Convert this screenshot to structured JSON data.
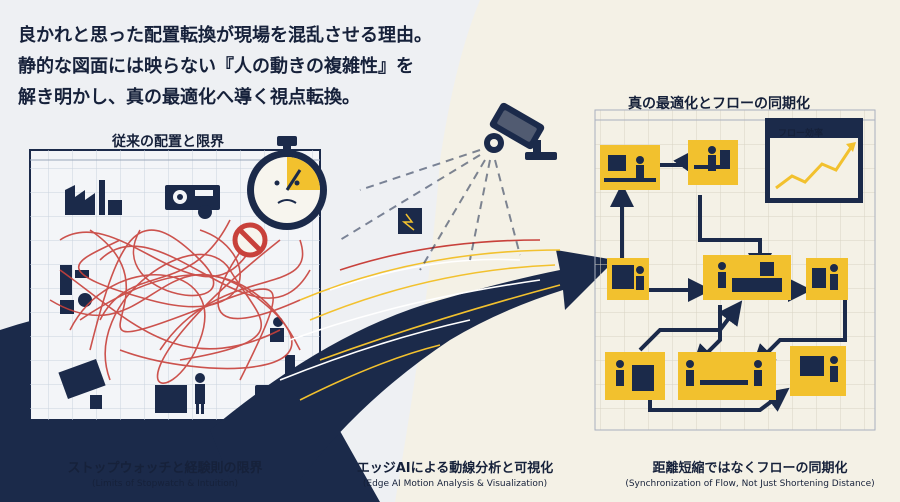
{
  "headline": {
    "line1": "良かれと思った配置転換が現場を混乱させる理由。",
    "line2": "静的な図面には映らない『人の動きの複雑性』を",
    "line3": "解き明かし、真の最適化へ導く視点転換。"
  },
  "left_panel": {
    "title": "従来の配置と限界",
    "caption": "ストップウォッチと経験則の限界",
    "caption_en": "(Limits of Stopwatch & Intuition)"
  },
  "middle_panel": {
    "caption": "エッジAIによる動線分析と可視化",
    "caption_en": "(Edge AI Motion Analysis & Visualization)"
  },
  "right_panel": {
    "title": "真の最適化とフローの同期化",
    "chart_label": "フロー効率",
    "caption": "距離短縮ではなくフローの同期化",
    "caption_en": "(Synchronization of Flow, Not Just Shortening Distance)"
  },
  "colors": {
    "navy": "#1b2a4a",
    "yellow": "#f2c12e",
    "red": "#c8413b",
    "paper": "#f4f1e6",
    "grid": "#c9d2de"
  },
  "icons": [
    "factory-icon",
    "machine-icon",
    "worker-icon",
    "stopwatch-icon",
    "prohibited-icon",
    "security-camera-icon",
    "chip-icon",
    "trend-chart-icon"
  ]
}
